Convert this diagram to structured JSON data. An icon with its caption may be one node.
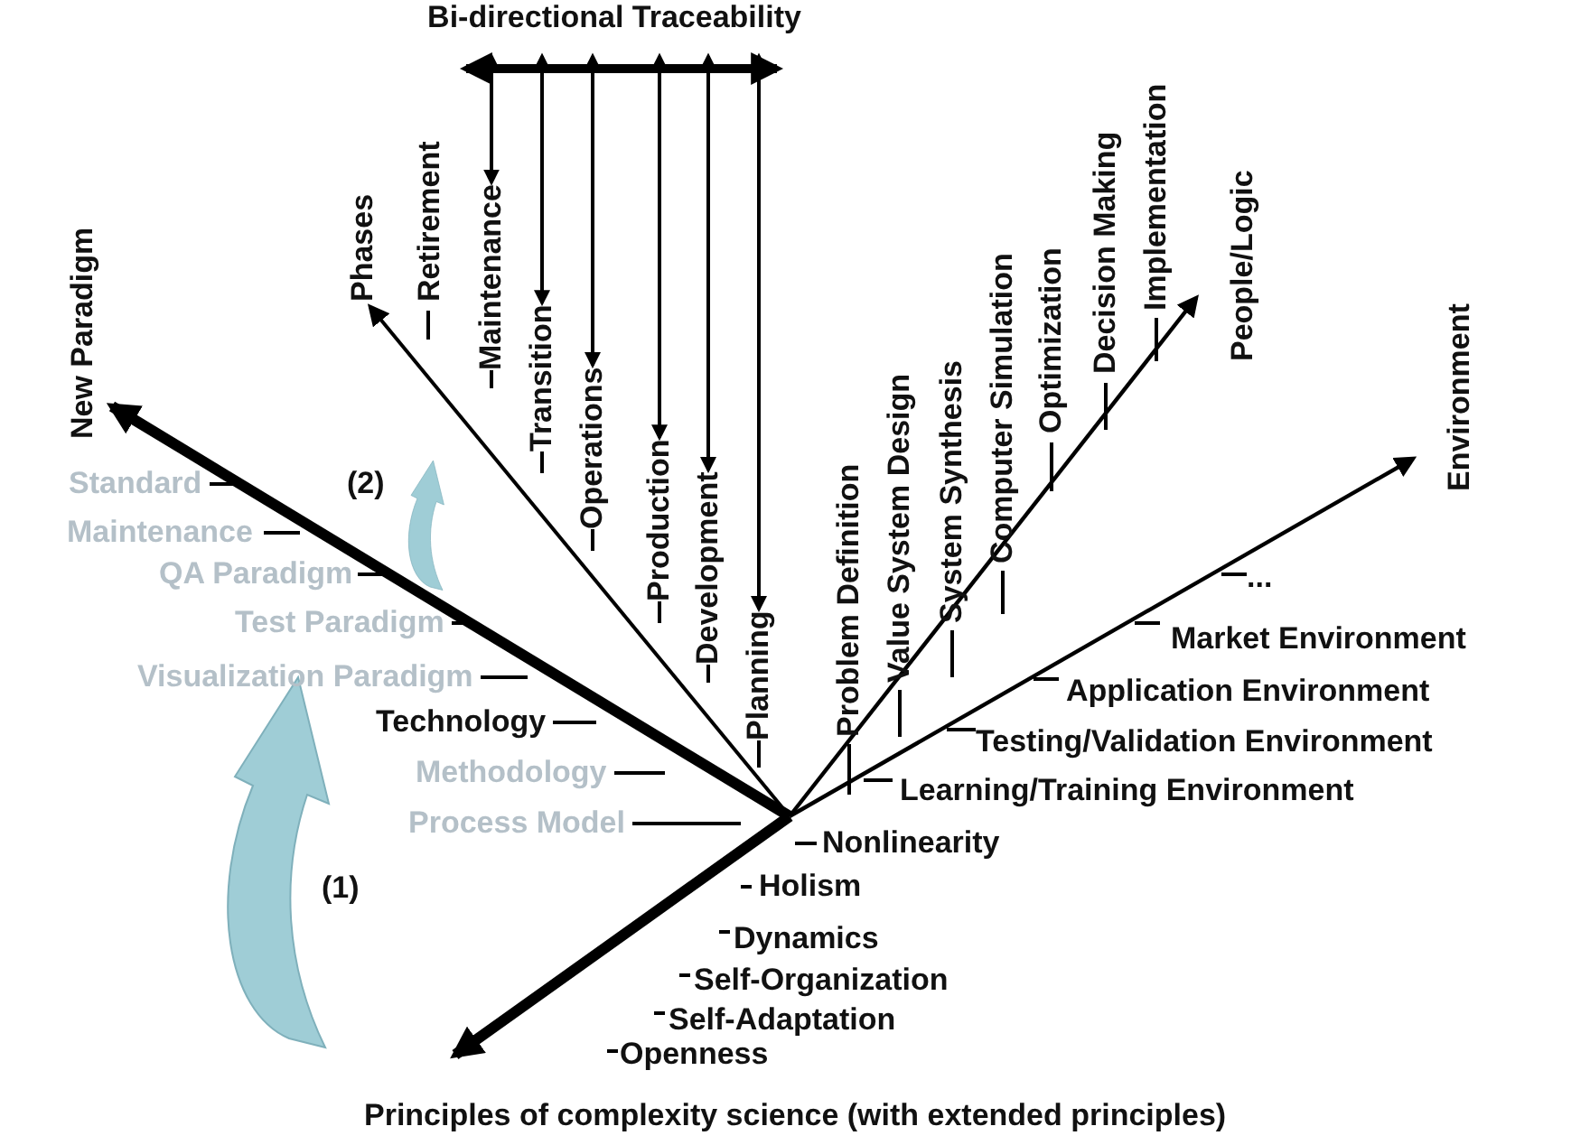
{
  "diagram": {
    "nodes": [
      {
        "text": [
          "Bi-directional Traceability"
        ]
      },
      {
        "text": [
          "Maintenance"
        ]
      },
      {
        "text": [
          "Transition"
        ]
      },
      {
        "text": [
          "Operations"
        ]
      },
      {
        "text": [
          "Production"
        ]
      },
      {
        "text": [
          "Development"
        ]
      },
      {
        "text": [
          "Planning"
        ]
      }
    ],
    "edges": [
      {
        "from": 0,
        "to": 1,
        "arrow": "both"
      },
      {
        "from": 0,
        "to": 2,
        "arrow": "both"
      },
      {
        "from": 0,
        "to": 3,
        "arrow": "both"
      },
      {
        "from": 0,
        "to": 4,
        "arrow": "both"
      },
      {
        "from": 0,
        "to": 5,
        "arrow": "both"
      },
      {
        "from": 0,
        "to": 6,
        "arrow": "both"
      }
    ],
    "labels": [
      "New Paradigm",
      "Phases",
      "Retirement",
      "Problem Definition",
      "Value System Design",
      "System Synthesis",
      "Computer Simulation",
      "Optimization",
      "Decision Making",
      "Implementation",
      "People/Logic",
      "Environment",
      "Standard",
      "(2)",
      "Maintenance",
      "QA Paradigm",
      "Test Paradigm",
      "Visualization Paradigm",
      "Technology",
      "Methodology",
      "Process Model",
      "(1)",
      "...",
      "Market Environment",
      "Application Environment",
      "Testing/Validation Environment",
      "Learning/Training Environment",
      "Nonlinearity",
      "Holism",
      "Dynamics",
      "Self-Organization",
      "Self-Adaptation",
      "Openness",
      "Principles of complexity science (with extended principles)"
    ]
  }
}
